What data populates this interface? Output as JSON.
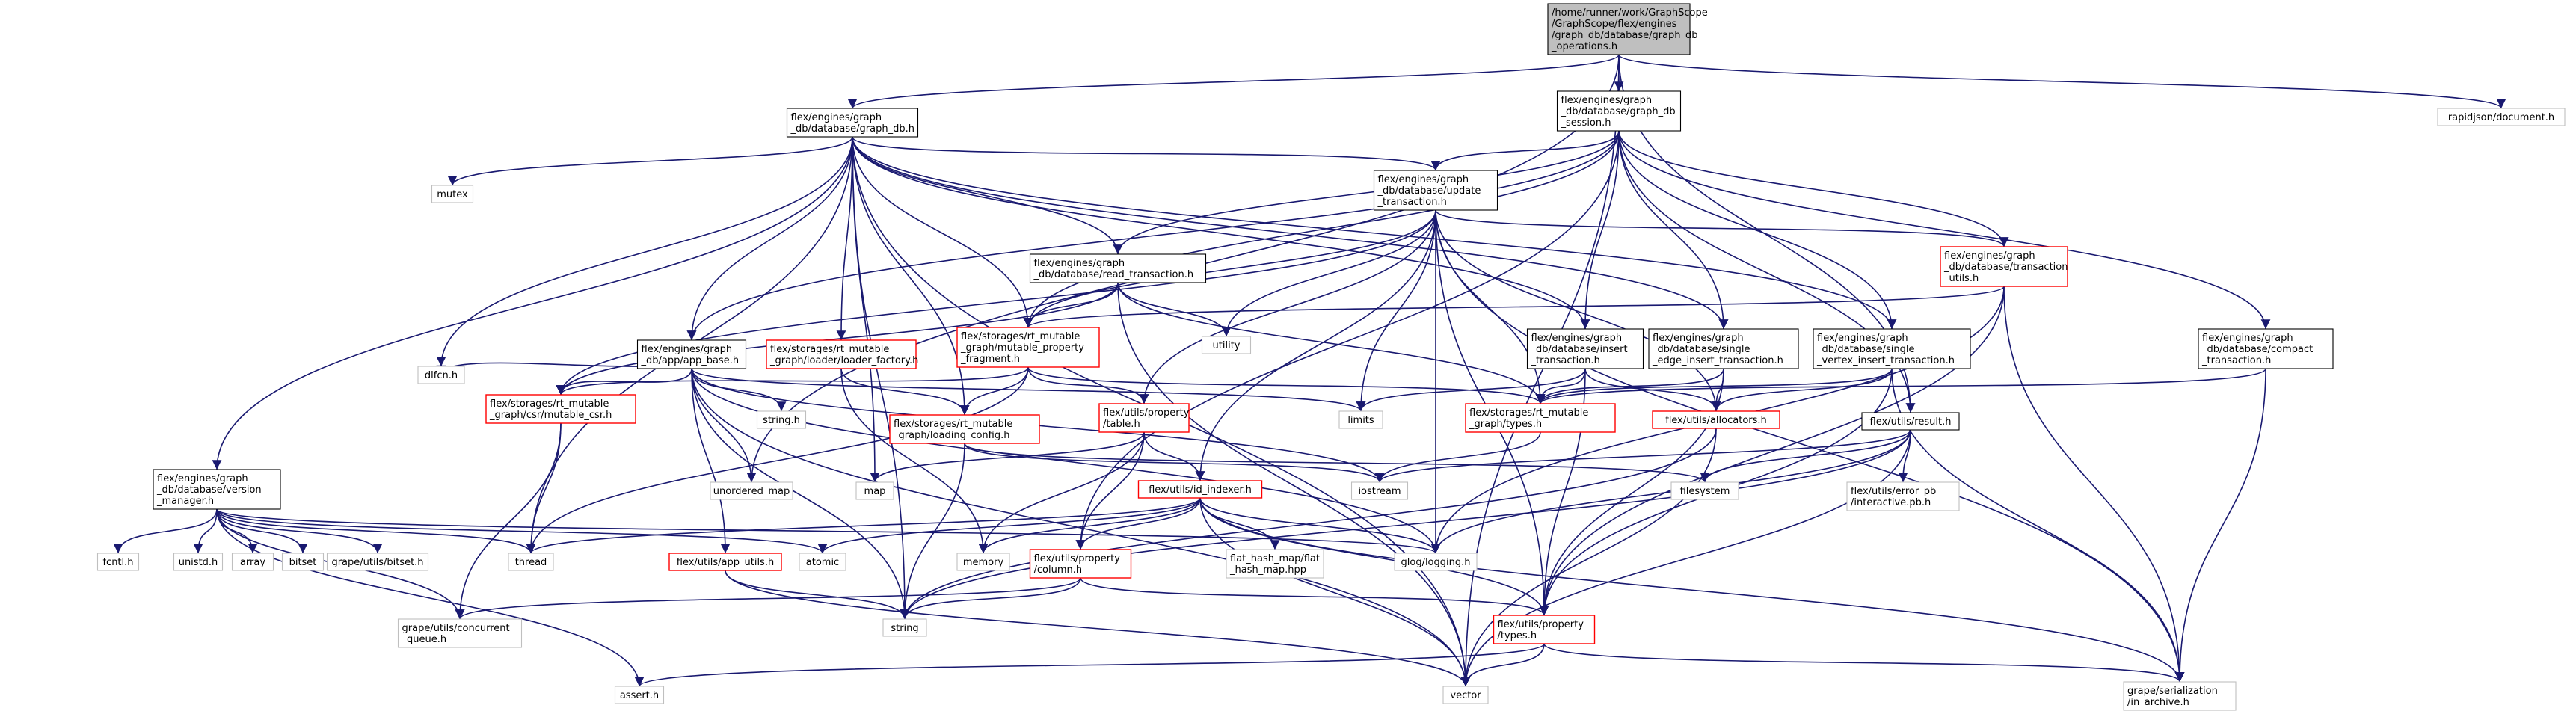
{
  "nodes": [
    {
      "id": "root",
      "lines": [
        "/home/runner/work/GraphScope",
        "/GraphScope/flex/engines",
        "/graph_db/database/graph_db",
        "_operations.h"
      ],
      "style": "root"
    },
    {
      "id": "graph_db",
      "lines": [
        "flex/engines/graph",
        "_db/database/graph_db.h"
      ],
      "style": "normal"
    },
    {
      "id": "graph_db_session",
      "lines": [
        "flex/engines/graph",
        "_db/database/graph_db",
        "_session.h"
      ],
      "style": "normal"
    },
    {
      "id": "rapidjson",
      "lines": [
        "rapidjson/document.h"
      ],
      "style": "external"
    },
    {
      "id": "mutex",
      "lines": [
        "mutex"
      ],
      "style": "external"
    },
    {
      "id": "update_txn",
      "lines": [
        "flex/engines/graph",
        "_db/database/update",
        "_transaction.h"
      ],
      "style": "normal"
    },
    {
      "id": "read_txn",
      "lines": [
        "flex/engines/graph",
        "_db/database/read_transaction.h"
      ],
      "style": "normal"
    },
    {
      "id": "txn_utils",
      "lines": [
        "flex/engines/graph",
        "_db/database/transaction",
        "_utils.h"
      ],
      "style": "red"
    },
    {
      "id": "utility",
      "lines": [
        "utility"
      ],
      "style": "external"
    },
    {
      "id": "mutable_prop_frag",
      "lines": [
        "flex/storages/rt_mutable",
        "_graph/mutable_property",
        "_fragment.h"
      ],
      "style": "red"
    },
    {
      "id": "app_base",
      "lines": [
        "flex/engines/graph",
        "_db/app/app_base.h"
      ],
      "style": "normal"
    },
    {
      "id": "loader_factory",
      "lines": [
        "flex/storages/rt_mutable",
        "_graph/loader/loader_factory.h"
      ],
      "style": "red"
    },
    {
      "id": "insert_txn",
      "lines": [
        "flex/engines/graph",
        "_db/database/insert",
        "_transaction.h"
      ],
      "style": "normal"
    },
    {
      "id": "single_edge",
      "lines": [
        "flex/engines/graph",
        "_db/database/single",
        "_edge_insert_transaction.h"
      ],
      "style": "normal"
    },
    {
      "id": "single_vertex",
      "lines": [
        "flex/engines/graph",
        "_db/database/single",
        "_vertex_insert_transaction.h"
      ],
      "style": "normal"
    },
    {
      "id": "compact_txn",
      "lines": [
        "flex/engines/graph",
        "_db/database/compact",
        "_transaction.h"
      ],
      "style": "normal"
    },
    {
      "id": "dlfcn",
      "lines": [
        "dlfcn.h"
      ],
      "style": "external"
    },
    {
      "id": "mutable_csr",
      "lines": [
        "flex/storages/rt_mutable",
        "_graph/csr/mutable_csr.h"
      ],
      "style": "red"
    },
    {
      "id": "string_h",
      "lines": [
        "string.h"
      ],
      "style": "external"
    },
    {
      "id": "loading_config",
      "lines": [
        "flex/storages/rt_mutable",
        "_graph/loading_config.h"
      ],
      "style": "red"
    },
    {
      "id": "property_table",
      "lines": [
        "flex/utils/property",
        "/table.h"
      ],
      "style": "red"
    },
    {
      "id": "limits",
      "lines": [
        "limits"
      ],
      "style": "external"
    },
    {
      "id": "rt_types",
      "lines": [
        "flex/storages/rt_mutable",
        "_graph/types.h"
      ],
      "style": "red"
    },
    {
      "id": "allocators",
      "lines": [
        "flex/utils/allocators.h"
      ],
      "style": "red"
    },
    {
      "id": "result",
      "lines": [
        "flex/utils/result.h"
      ],
      "style": "normal"
    },
    {
      "id": "version_mgr",
      "lines": [
        "flex/engines/graph",
        "_db/database/version",
        "_manager.h"
      ],
      "style": "normal"
    },
    {
      "id": "unordered_map",
      "lines": [
        "unordered_map"
      ],
      "style": "external"
    },
    {
      "id": "map",
      "lines": [
        "map"
      ],
      "style": "external"
    },
    {
      "id": "iostream",
      "lines": [
        "iostream"
      ],
      "style": "external"
    },
    {
      "id": "filesystem",
      "lines": [
        "filesystem"
      ],
      "style": "external"
    },
    {
      "id": "id_indexer",
      "lines": [
        "flex/utils/id_indexer.h"
      ],
      "style": "red"
    },
    {
      "id": "error_pb",
      "lines": [
        "flex/utils/error_pb",
        "/interactive.pb.h"
      ],
      "style": "external"
    },
    {
      "id": "fcntl",
      "lines": [
        "fcntl.h"
      ],
      "style": "external"
    },
    {
      "id": "unistd",
      "lines": [
        "unistd.h"
      ],
      "style": "external"
    },
    {
      "id": "array",
      "lines": [
        "array"
      ],
      "style": "external"
    },
    {
      "id": "bitset",
      "lines": [
        "bitset"
      ],
      "style": "external"
    },
    {
      "id": "grape_bitset",
      "lines": [
        "grape/utils/bitset.h"
      ],
      "style": "external"
    },
    {
      "id": "thread",
      "lines": [
        "thread"
      ],
      "style": "external"
    },
    {
      "id": "app_utils",
      "lines": [
        "flex/utils/app_utils.h"
      ],
      "style": "red"
    },
    {
      "id": "atomic",
      "lines": [
        "atomic"
      ],
      "style": "external"
    },
    {
      "id": "memory",
      "lines": [
        "memory"
      ],
      "style": "external"
    },
    {
      "id": "column",
      "lines": [
        "flex/utils/property",
        "/column.h"
      ],
      "style": "red"
    },
    {
      "id": "flat_hash_map",
      "lines": [
        "flat_hash_map/flat",
        "_hash_map.hpp"
      ],
      "style": "external"
    },
    {
      "id": "glog",
      "lines": [
        "glog/logging.h"
      ],
      "style": "external"
    },
    {
      "id": "concurrent_queue",
      "lines": [
        "grape/utils/concurrent",
        "_queue.h"
      ],
      "style": "external"
    },
    {
      "id": "string",
      "lines": [
        "string"
      ],
      "style": "external"
    },
    {
      "id": "prop_types",
      "lines": [
        "flex/utils/property",
        "/types.h"
      ],
      "style": "red"
    },
    {
      "id": "assert",
      "lines": [
        "assert.h"
      ],
      "style": "external"
    },
    {
      "id": "vector",
      "lines": [
        "vector"
      ],
      "style": "external"
    },
    {
      "id": "in_archive",
      "lines": [
        "grape/serialization",
        "/in_archive.h"
      ],
      "style": "external"
    }
  ],
  "edges": [
    [
      "root",
      "graph_db"
    ],
    [
      "root",
      "graph_db_session"
    ],
    [
      "root",
      "rapidjson"
    ],
    [
      "root",
      "result"
    ],
    [
      "root",
      "vector"
    ],
    [
      "root",
      "unordered_map"
    ],
    [
      "graph_db",
      "mutex"
    ],
    [
      "graph_db",
      "update_txn"
    ],
    [
      "graph_db",
      "read_txn"
    ],
    [
      "graph_db",
      "mutable_prop_frag"
    ],
    [
      "graph_db",
      "app_base"
    ],
    [
      "graph_db",
      "loader_factory"
    ],
    [
      "graph_db",
      "insert_txn"
    ],
    [
      "graph_db",
      "single_edge"
    ],
    [
      "graph_db",
      "single_vertex"
    ],
    [
      "graph_db",
      "version_mgr"
    ],
    [
      "graph_db",
      "dlfcn"
    ],
    [
      "graph_db",
      "thread"
    ],
    [
      "graph_db",
      "map"
    ],
    [
      "graph_db",
      "loading_config"
    ],
    [
      "graph_db",
      "string"
    ],
    [
      "graph_db",
      "vector"
    ],
    [
      "graph_db_session",
      "update_txn"
    ],
    [
      "graph_db_session",
      "read_txn"
    ],
    [
      "graph_db_session",
      "txn_utils"
    ],
    [
      "graph_db_session",
      "insert_txn"
    ],
    [
      "graph_db_session",
      "single_edge"
    ],
    [
      "graph_db_session",
      "single_vertex"
    ],
    [
      "graph_db_session",
      "compact_txn"
    ],
    [
      "graph_db_session",
      "app_base"
    ],
    [
      "graph_db_session",
      "mutable_prop_frag"
    ],
    [
      "graph_db_session",
      "result"
    ],
    [
      "graph_db_session",
      "column"
    ],
    [
      "update_txn",
      "txn_utils"
    ],
    [
      "update_txn",
      "utility"
    ],
    [
      "update_txn",
      "limits"
    ],
    [
      "update_txn",
      "mutable_csr"
    ],
    [
      "update_txn",
      "property_table"
    ],
    [
      "update_txn",
      "rt_types"
    ],
    [
      "update_txn",
      "allocators"
    ],
    [
      "update_txn",
      "id_indexer"
    ],
    [
      "update_txn",
      "glog"
    ],
    [
      "update_txn",
      "in_archive"
    ],
    [
      "update_txn",
      "prop_types"
    ],
    [
      "update_txn",
      "mutable_prop_frag"
    ],
    [
      "read_txn",
      "mutable_prop_frag"
    ],
    [
      "read_txn",
      "mutable_csr"
    ],
    [
      "read_txn",
      "utility"
    ],
    [
      "read_txn",
      "rt_types"
    ],
    [
      "read_txn",
      "vector"
    ],
    [
      "txn_utils",
      "mutable_prop_frag"
    ],
    [
      "txn_utils",
      "prop_types"
    ],
    [
      "txn_utils",
      "in_archive"
    ],
    [
      "txn_utils",
      "glog"
    ],
    [
      "mutable_prop_frag",
      "mutable_csr"
    ],
    [
      "mutable_prop_frag",
      "property_table"
    ],
    [
      "mutable_prop_frag",
      "loading_config"
    ],
    [
      "mutable_prop_frag",
      "rt_types"
    ],
    [
      "mutable_prop_frag",
      "thread"
    ],
    [
      "app_base",
      "dlfcn"
    ],
    [
      "app_base",
      "string_h"
    ],
    [
      "app_base",
      "mutable_csr"
    ],
    [
      "app_base",
      "app_utils"
    ],
    [
      "app_base",
      "string"
    ],
    [
      "app_base",
      "vector"
    ],
    [
      "app_base",
      "limits"
    ],
    [
      "app_base",
      "iostream"
    ],
    [
      "app_base",
      "unordered_map"
    ],
    [
      "app_base",
      "glog"
    ],
    [
      "loader_factory",
      "loading_config"
    ],
    [
      "loader_factory",
      "memory"
    ],
    [
      "insert_txn",
      "rt_types"
    ],
    [
      "insert_txn",
      "allocators"
    ],
    [
      "insert_txn",
      "limits"
    ],
    [
      "insert_txn",
      "prop_types"
    ],
    [
      "single_edge",
      "rt_types"
    ],
    [
      "single_edge",
      "allocators"
    ],
    [
      "single_edge",
      "prop_types"
    ],
    [
      "single_vertex",
      "rt_types"
    ],
    [
      "single_vertex",
      "allocators"
    ],
    [
      "single_vertex",
      "prop_types"
    ],
    [
      "single_vertex",
      "in_archive"
    ],
    [
      "compact_txn",
      "rt_types"
    ],
    [
      "compact_txn",
      "in_archive"
    ],
    [
      "mutable_csr",
      "thread"
    ],
    [
      "mutable_csr",
      "concurrent_queue"
    ],
    [
      "loading_config",
      "filesystem"
    ],
    [
      "loading_config",
      "iostream"
    ],
    [
      "loading_config",
      "string"
    ],
    [
      "property_table",
      "column"
    ],
    [
      "property_table",
      "id_indexer"
    ],
    [
      "property_table",
      "map"
    ],
    [
      "property_table",
      "memory"
    ],
    [
      "rt_types",
      "iostream"
    ],
    [
      "allocators",
      "string"
    ],
    [
      "allocators",
      "vector"
    ],
    [
      "result",
      "iostream"
    ],
    [
      "result",
      "error_pb"
    ],
    [
      "result",
      "filesystem"
    ],
    [
      "result",
      "glog"
    ],
    [
      "result",
      "string"
    ],
    [
      "result",
      "vector"
    ],
    [
      "version_mgr",
      "fcntl"
    ],
    [
      "version_mgr",
      "unistd"
    ],
    [
      "version_mgr",
      "array"
    ],
    [
      "version_mgr",
      "bitset"
    ],
    [
      "version_mgr",
      "grape_bitset"
    ],
    [
      "version_mgr",
      "thread"
    ],
    [
      "version_mgr",
      "atomic"
    ],
    [
      "version_mgr",
      "glog"
    ],
    [
      "version_mgr",
      "concurrent_queue"
    ],
    [
      "version_mgr",
      "assert"
    ],
    [
      "id_indexer",
      "thread"
    ],
    [
      "id_indexer",
      "atomic"
    ],
    [
      "id_indexer",
      "memory"
    ],
    [
      "id_indexer",
      "column"
    ],
    [
      "id_indexer",
      "flat_hash_map"
    ],
    [
      "id_indexer",
      "glog"
    ],
    [
      "id_indexer",
      "prop_types"
    ],
    [
      "id_indexer",
      "vector"
    ],
    [
      "id_indexer",
      "in_archive"
    ],
    [
      "app_utils",
      "string"
    ],
    [
      "app_utils",
      "vector"
    ],
    [
      "column",
      "concurrent_queue"
    ],
    [
      "column",
      "string"
    ],
    [
      "column",
      "prop_types"
    ],
    [
      "prop_types",
      "assert"
    ],
    [
      "prop_types",
      "vector"
    ],
    [
      "prop_types",
      "in_archive"
    ]
  ],
  "colors": {
    "edge": "#191970",
    "normal_border": "#000000",
    "red_border": "#ff0000",
    "external_border": "#bfbfbf",
    "root_fill": "#bfbfbf"
  }
}
